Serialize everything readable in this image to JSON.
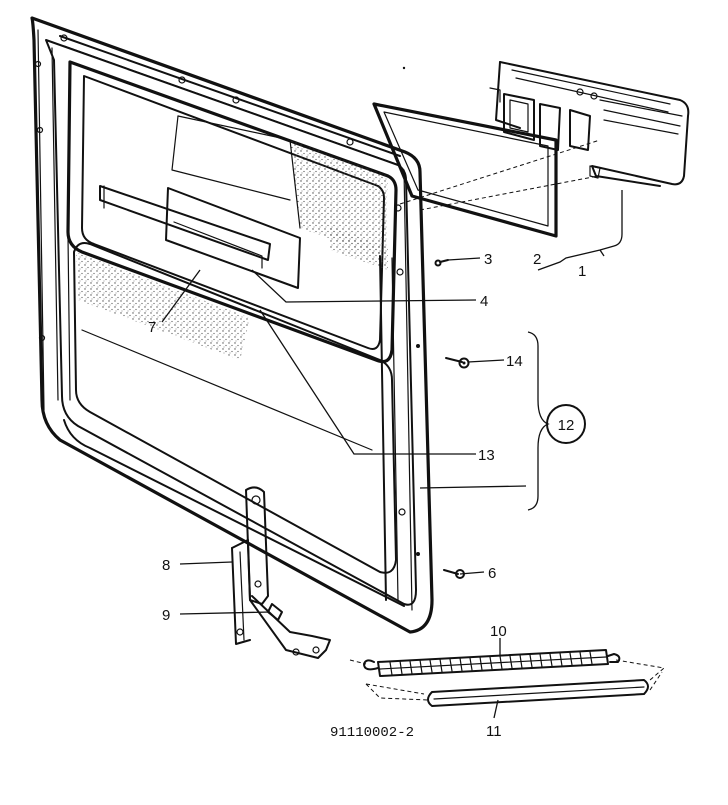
{
  "drawing_number": "91110002-2",
  "callouts": {
    "c1": "1",
    "c2": "2",
    "c3": "3",
    "c4": "4",
    "c6": "6",
    "c7": "7",
    "c8": "8",
    "c9": "9",
    "c10": "10",
    "c11": "11",
    "c12": "12",
    "c13": "13",
    "c14": "14"
  }
}
